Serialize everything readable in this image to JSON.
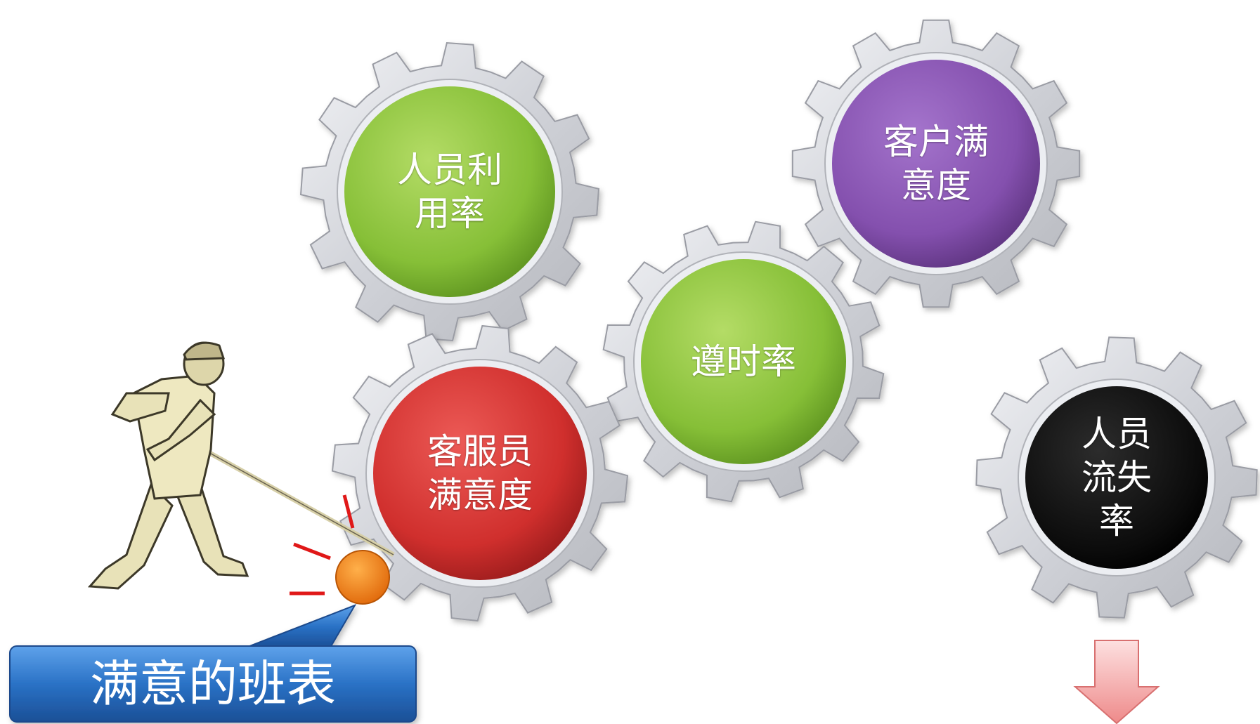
{
  "gears": [
    {
      "label": "人员利\n用率",
      "color": "green"
    },
    {
      "label": "客户满\n意度",
      "color": "purple"
    },
    {
      "label": "遵时率",
      "color": "green"
    },
    {
      "label": "客服员\n满意度",
      "color": "red"
    },
    {
      "label": "人员\n流失\n率",
      "color": "black"
    }
  ],
  "callout": {
    "label": "满意的班表"
  },
  "colors": {
    "green": "#8bc43a",
    "purple": "#8a50b0",
    "red": "#d42f2f",
    "black": "#0e0e0e",
    "gear_metal": "#d4d6dc",
    "callout_blue": "#2a73c8",
    "orange": "#f07a10",
    "arrow_pink": "#f2a0a0"
  },
  "icons": {
    "worker": "worker-pushing-lever-icon",
    "arrow": "down-arrow-icon"
  }
}
